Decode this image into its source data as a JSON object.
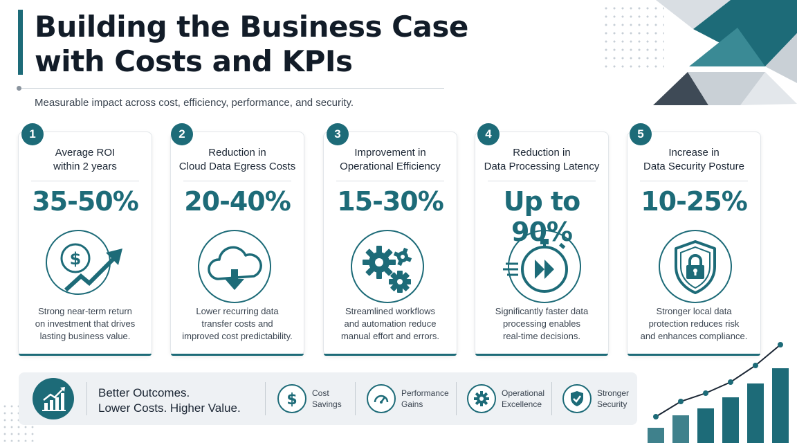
{
  "header": {
    "title_line1": "Building the Business Case",
    "title_line2": "with Costs and KPIs",
    "subtitle": "Measurable impact across cost, efficiency, performance, and security."
  },
  "kpis": [
    {
      "number": "1",
      "heading_line1": "Average ROI",
      "heading_line2": "within 2 years",
      "value": "35-50%",
      "icon": "dollar-growth-icon",
      "desc_line1": "Strong near-term return",
      "desc_line2": "on investment that drives",
      "desc_line3": "lasting business value."
    },
    {
      "number": "2",
      "heading_line1": "Reduction in",
      "heading_line2": "Cloud Data Egress Costs",
      "value": "20-40%",
      "icon": "cloud-download-icon",
      "desc_line1": "Lower recurring data",
      "desc_line2": "transfer costs and",
      "desc_line3": "improved cost predictability."
    },
    {
      "number": "3",
      "heading_line1": "Improvement in",
      "heading_line2": "Operational Efficiency",
      "value": "15-30%",
      "icon": "gears-icon",
      "desc_line1": "Streamlined workflows",
      "desc_line2": "and automation reduce",
      "desc_line3": "manual effort and errors."
    },
    {
      "number": "4",
      "heading_line1": "Reduction in",
      "heading_line2": "Data Processing Latency",
      "value": "Up to 90%",
      "icon": "stopwatch-fast-icon",
      "desc_line1": "Significantly faster data",
      "desc_line2": "processing enables",
      "desc_line3": "real-time decisions."
    },
    {
      "number": "5",
      "heading_line1": "Increase in",
      "heading_line2": "Data Security Posture",
      "value": "10-25%",
      "icon": "shield-lock-icon",
      "desc_line1": "Stronger local data",
      "desc_line2": "protection reduces risk",
      "desc_line3": "and enhances compliance."
    }
  ],
  "footer": {
    "line1": "Better Outcomes.",
    "line2": "Lower Costs. Higher Value.",
    "icon": "bar-chart-growth-icon",
    "pillars": [
      {
        "label": "Cost\nSavings",
        "icon": "dollar-icon"
      },
      {
        "label": "Performance\nGains",
        "icon": "speedometer-icon"
      },
      {
        "label": "Operational\nExcellence",
        "icon": "gear-icon"
      },
      {
        "label": "Stronger\nSecurity",
        "icon": "shield-check-icon"
      }
    ]
  },
  "colors": {
    "accent": "#1d6b78",
    "dark": "#121c28",
    "light_bg": "#eef1f4"
  }
}
